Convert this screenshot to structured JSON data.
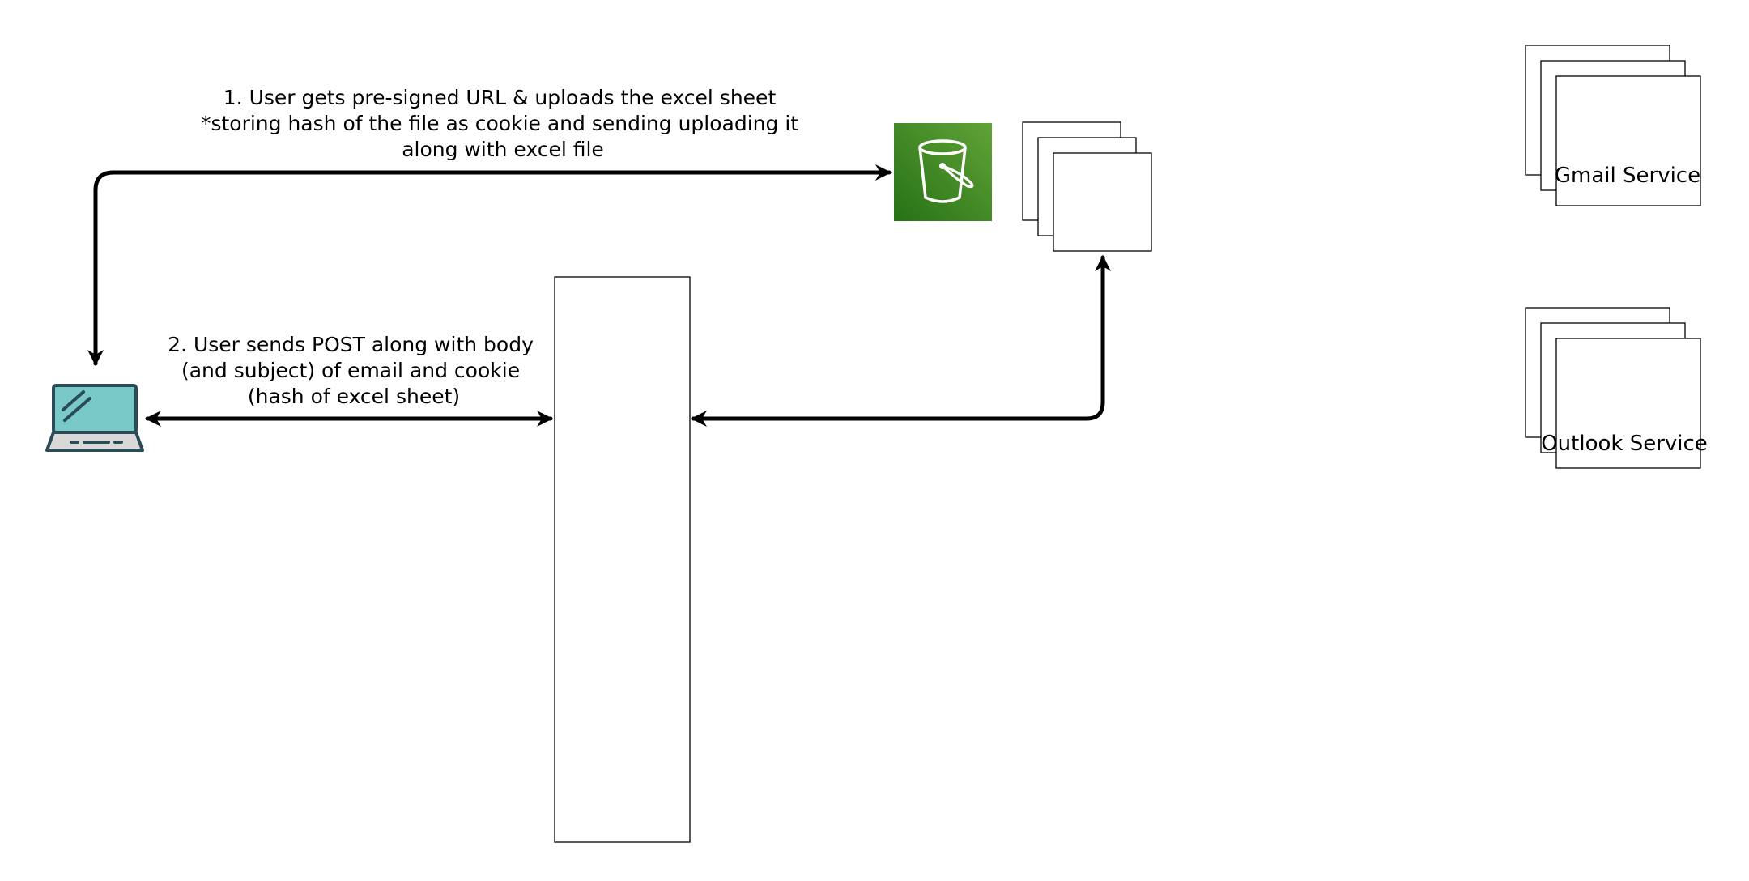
{
  "diagram": {
    "colors": {
      "s3_gradient_top": "#60a337",
      "s3_gradient_bottom": "#277116",
      "laptop_screen": "#79c9c9",
      "laptop_outline": "#2b4b57",
      "laptop_base": "#d8d8d8",
      "edge": "#000000"
    },
    "edges": [
      {
        "id": "upload",
        "label_lines": [
          "1. User gets pre-signed URL & uploads the excel sheet",
          "*storing hash of the file as cookie and sending uploading it",
          "along with excel file"
        ]
      },
      {
        "id": "post",
        "label_lines": [
          "2. User sends POST along with body",
          "(and subject) of email and cookie",
          "(hash of excel sheet)"
        ]
      },
      {
        "id": "server-to-workers",
        "label_lines": []
      }
    ],
    "nodes": {
      "client": {
        "icon": "laptop-icon"
      },
      "storage": {
        "icon": "s3-bucket-icon"
      },
      "api_server": {
        "label": ""
      },
      "workers": {
        "label": ""
      },
      "gmail_service": {
        "label": "Gmail Service"
      },
      "outlook_service": {
        "label": "Outlook Service"
      }
    }
  }
}
